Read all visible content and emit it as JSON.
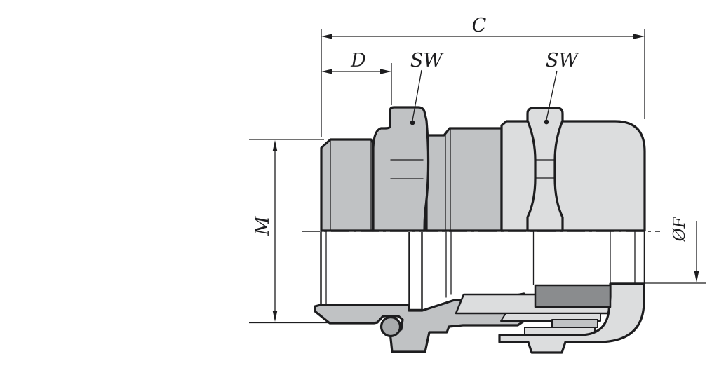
{
  "drawing": {
    "type": "technical-section-drawing",
    "subject": "cable-gland",
    "views": [
      "side-view-upper-half",
      "cross-section-lower-half"
    ],
    "dimensions": {
      "c": {
        "label": "C",
        "kind": "horizontal-length-overall"
      },
      "d": {
        "label": "D",
        "kind": "horizontal-length-thread"
      },
      "sw_left": {
        "label": "SW",
        "kind": "wrench-size-body-hex"
      },
      "sw_right": {
        "label": "SW",
        "kind": "wrench-size-cap-hex"
      },
      "m": {
        "label": "M",
        "kind": "vertical-thread-diameter"
      },
      "f": {
        "label": "ØF",
        "kind": "inner-diameter"
      }
    },
    "colors": {
      "line": "#1d1d1f",
      "body_gray": "#c0c2c4",
      "cap_gray": "#dcddde",
      "seal_dark_gray": "#8a8c8e",
      "o_ring_gray": "#a8aaac",
      "white": "#ffffff",
      "background": "#ffffff"
    }
  }
}
